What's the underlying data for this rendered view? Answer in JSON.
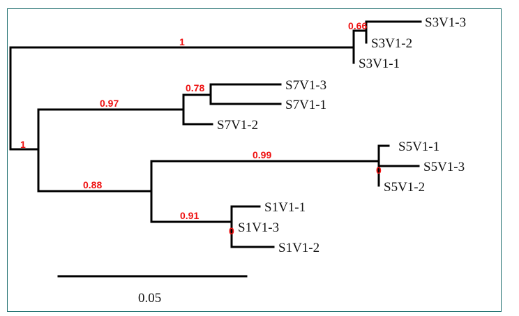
{
  "colors": {
    "border": "#1f6f6f",
    "branch": "#000000",
    "support": "#ee1111",
    "leaf_text": "#111111"
  },
  "tree": {
    "leaves": {
      "s3v1_3": "S3V1-3",
      "s3v1_2": "S3V1-2",
      "s3v1_1": "S3V1-1",
      "s7v1_3": "S7V1-3",
      "s7v1_1": "S7V1-1",
      "s7v1_2": "S7V1-2",
      "s5v1_1": "S5V1-1",
      "s5v1_3": "S5V1-3",
      "s5v1_2": "S5V1-2",
      "s1v1_1": "S1V1-1",
      "s1v1_3": "S1V1-3",
      "s1v1_2": "S1V1-2"
    },
    "support": {
      "root": "1",
      "s3_branch": "1",
      "s3_inner": "0.66",
      "s7_branch": "0.97",
      "s7_inner": "0.78",
      "s1s5_branch": "0.88",
      "s5_branch": "0.99",
      "s5_inner": "0",
      "s1_branch": "0.91",
      "s1_inner": "0"
    },
    "scale_bar": {
      "label": "0.05"
    }
  }
}
